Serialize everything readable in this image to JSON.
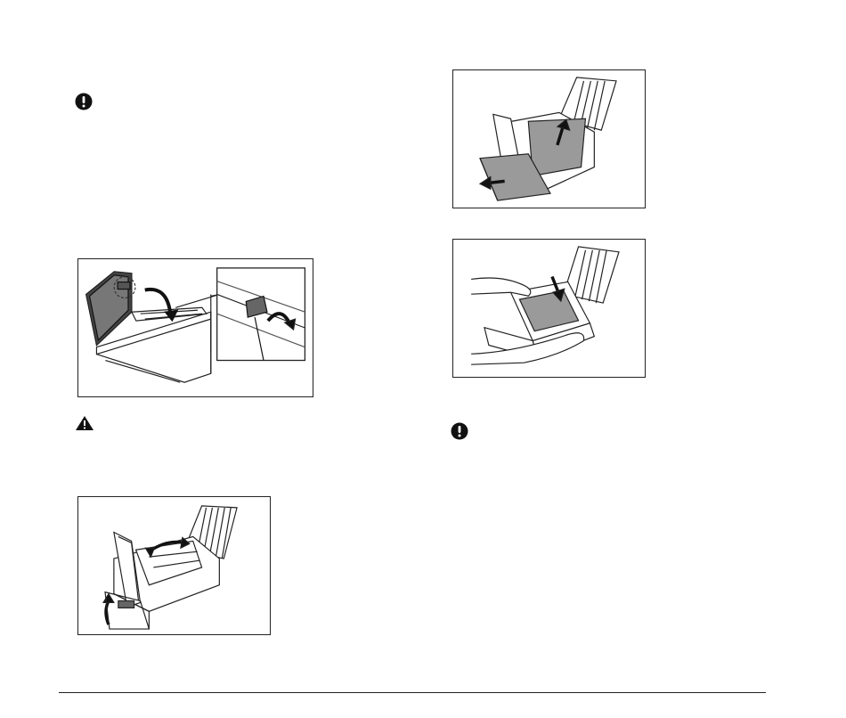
{
  "icons": {
    "important_1": "important-icon",
    "caution_1": "caution-icon",
    "important_2": "important-icon"
  },
  "figures": [
    {
      "id": "figure-open-feed-cover",
      "subject": "scanner-feed-cover-open-with-inset"
    },
    {
      "id": "figure-open-upper-unit",
      "subject": "scanner-upper-unit-open"
    },
    {
      "id": "figure-remove-paper",
      "subject": "scanner-remove-jammed-paper"
    },
    {
      "id": "figure-close-upper-unit",
      "subject": "scanner-close-upper-unit-hands"
    }
  ],
  "colors": {
    "line": "#222222",
    "paper": "#9a9a9a"
  }
}
